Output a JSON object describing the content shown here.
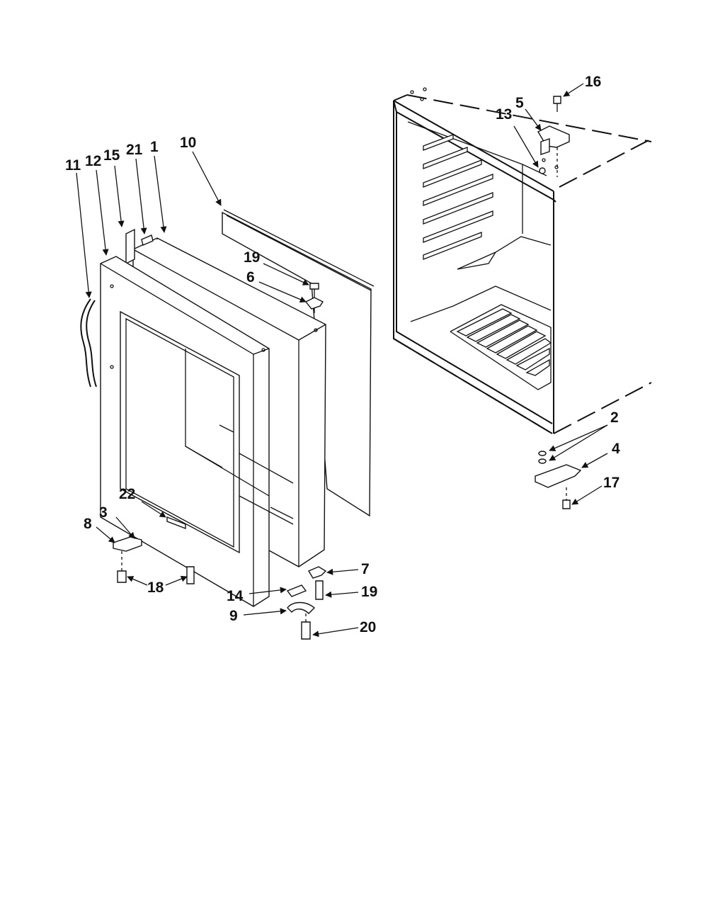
{
  "callouts": [
    {
      "id": "c16",
      "text": "16"
    },
    {
      "id": "c5",
      "text": "5"
    },
    {
      "id": "c13",
      "text": "13"
    },
    {
      "id": "c10",
      "text": "10"
    },
    {
      "id": "c11",
      "text": "11"
    },
    {
      "id": "c12",
      "text": "12"
    },
    {
      "id": "c15",
      "text": "15"
    },
    {
      "id": "c21",
      "text": "21"
    },
    {
      "id": "c1",
      "text": "1"
    },
    {
      "id": "c19a",
      "text": "19"
    },
    {
      "id": "c6",
      "text": "6"
    },
    {
      "id": "c2",
      "text": "2"
    },
    {
      "id": "c4",
      "text": "4"
    },
    {
      "id": "c17",
      "text": "17"
    },
    {
      "id": "c22",
      "text": "22"
    },
    {
      "id": "c8",
      "text": "8"
    },
    {
      "id": "c3",
      "text": "3"
    },
    {
      "id": "c18",
      "text": "18"
    },
    {
      "id": "c7",
      "text": "7"
    },
    {
      "id": "c14",
      "text": "14"
    },
    {
      "id": "c19b",
      "text": "19"
    },
    {
      "id": "c9",
      "text": "9"
    },
    {
      "id": "c20",
      "text": "20"
    }
  ]
}
